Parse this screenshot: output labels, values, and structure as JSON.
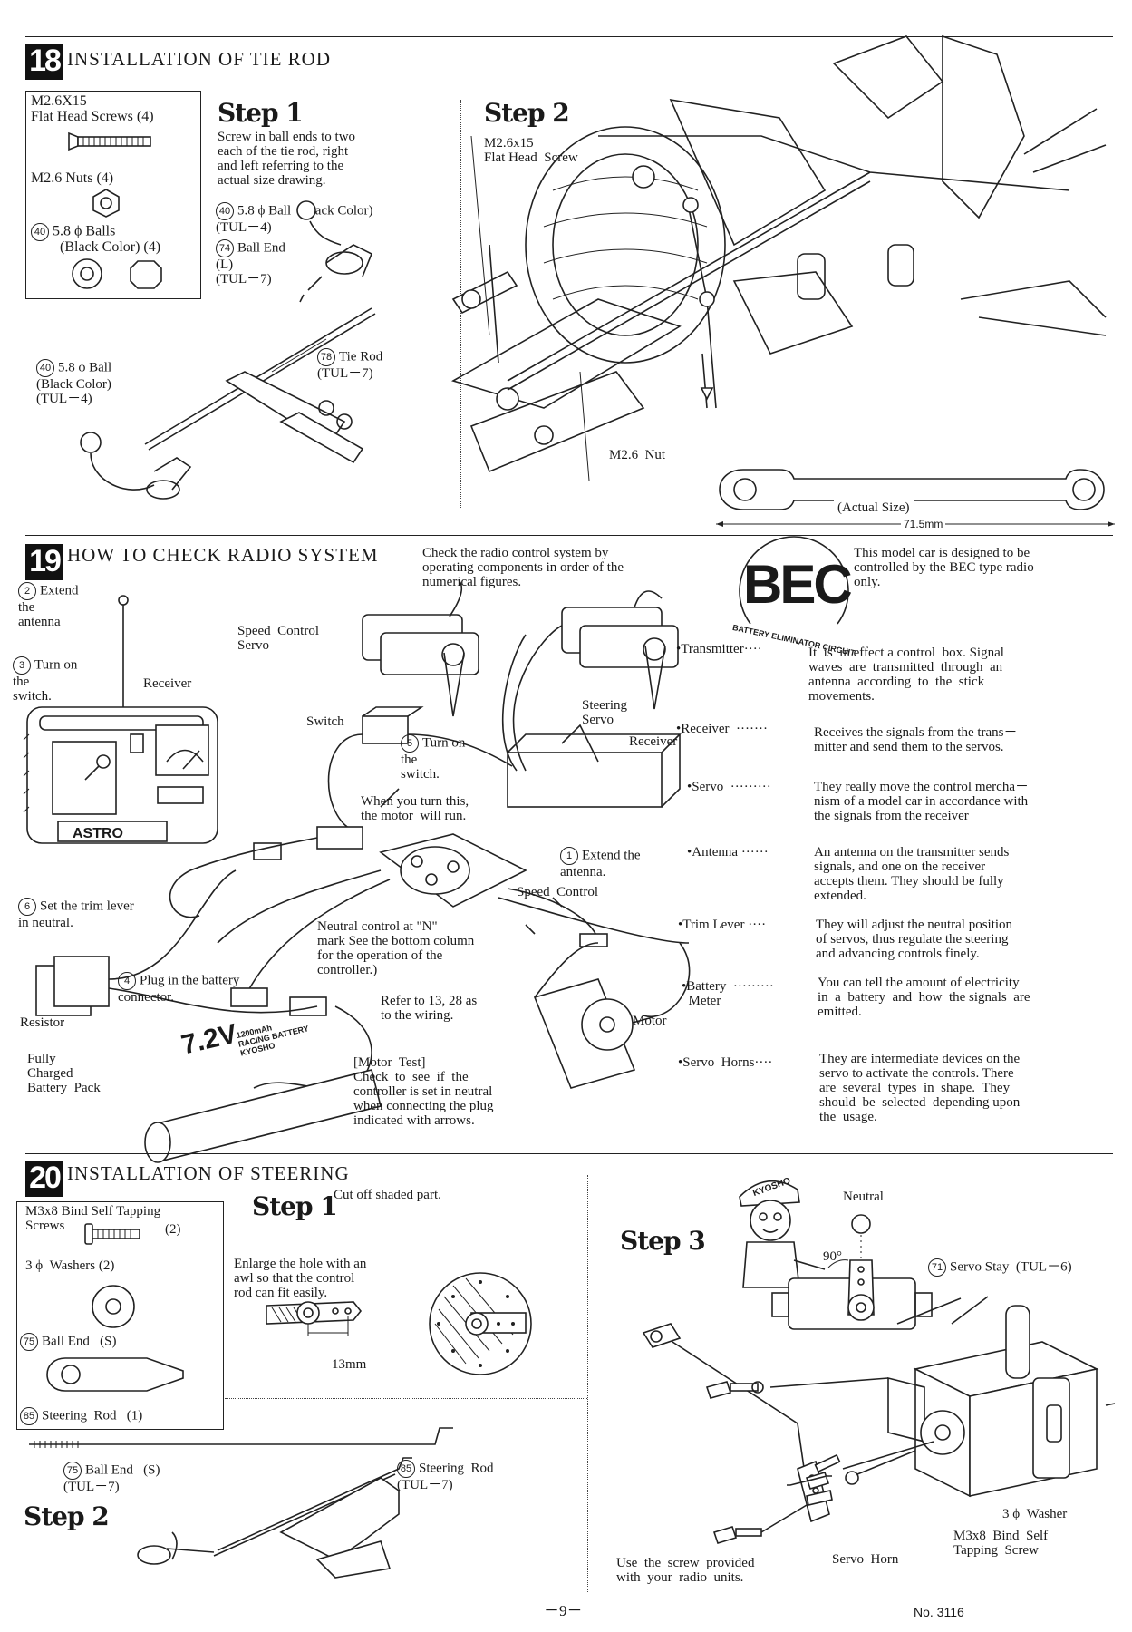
{
  "sec18": {
    "num": "18",
    "title": "INSTALLATION OF TIE ROD",
    "parts": {
      "screw_size": "M2.6X15",
      "screw_name": "Flat Head Screws (4)",
      "nut": "M2.6 Nuts (4)",
      "ball_num": "40",
      "ball_name": "5.8 ϕ Balls",
      "ball_color": "(Black Color) (4)"
    },
    "step1": {
      "label": "Step 1",
      "text": "Screw in ball ends to two\neach of the tie rod, right\nand left referring to the\nactual size drawing.",
      "ball_top_num": "40",
      "ball_top": "5.8 ϕ Ball  (Black Color)\n(TUL－4)",
      "ballend_num": "74",
      "ballend": "Ball End\n(L)\n(TUL－7)",
      "tierod_num": "78",
      "tierod": "Tie Rod\n(TUL－7)",
      "ball_bottom_num": "40",
      "ball_bottom": "5.8 ϕ Ball\n(Black Color)\n(TUL－4)"
    },
    "step2": {
      "label": "Step 2",
      "screw": "M2.6x15\nFlat Head  Screw",
      "nut": "M2.6  Nut",
      "actual": "(Actual Size)",
      "dim": "71.5mm"
    }
  },
  "sec19": {
    "num": "19",
    "title": "HOW TO CHECK RADIO SYSTEM",
    "intro": "Check the radio control system by\noperating components in order of the\nnumerical figures.",
    "bec_logo": "BEC",
    "bec_ring": "BATTERY ELIMINATOR CIRCUIT",
    "bec_note": "This model car is designed to be\ncontrolled by the BEC type radio\nonly.",
    "steps": {
      "s2": "Extend\nthe\nantenna",
      "s3": "Turn on\nthe\nswitch.",
      "s5": "Turn on\nthe\nswitch.",
      "s6": "Set the trim lever\nin neutral.",
      "s4": "Plug in the battery\nconnector.",
      "s1": "Extend the\nantenna."
    },
    "labels": {
      "receiver_left": "Receiver",
      "speed_control_servo": "Speed  Control\nServo",
      "steering_servo": "Steering\nServo",
      "receiver": "Receiver",
      "switch": "Switch",
      "motor_run": "When you turn this,\nthe motor  will run.",
      "speed_control": "Speed  Control",
      "neutral_control": "Neutral control at \"N\"\nmark See the bottom column\nfor the operation of the\ncontroller.)",
      "resistor": "Resistor",
      "refer": "Refer to 13, 28 as\nto the wiring.",
      "motor": "Motor",
      "battery_pack": "Fully\nCharged\nBattery  Pack",
      "motor_test": "[Motor  Test]\nCheck  to  see  if  the\ncontroller is set in neutral\nwhen connecting the plug\nindicated with arrows.",
      "battery_brand": "7.2V",
      "battery_sub": "1200mAh\nRACING BATTERY\nKYOSHO",
      "astro": "ASTRO"
    },
    "glossary": [
      {
        "term": "•Transmitter····",
        "desc": "It  is  in effect a control  box. Signal\nwaves  are  transmitted  through  an\nantenna  according  to  the  stick\nmovements."
      },
      {
        "term": "•Receiver  ·······",
        "desc": "Receives the signals from the trans－\nmitter and send them to the servos."
      },
      {
        "term": "•Servo  ·········",
        "desc": "They really move the control mercha－\nnism of a model car in accordance with\nthe signals from the receiver"
      },
      {
        "term": "•Antenna ······",
        "desc": "An antenna on the transmitter sends\nsignals, and one on the receiver\naccepts them. They should be fully\nextended."
      },
      {
        "term": "•Trim Lever ····",
        "desc": "They will adjust the neutral position\nof servos, thus regulate the steering\nand advancing controls finely."
      },
      {
        "term": "•Battery  ·········\n  Meter",
        "desc": "You can tell the amount of electricity\nin  a  battery  and  how  the signals  are\nemitted."
      },
      {
        "term": "•Servo  Horns····",
        "desc": "They are intermediate devices on the\nservo to activate the controls. There\nare  several  types  in  shape.  They\nshould  be  selected  depending upon\nthe  usage."
      }
    ]
  },
  "sec20": {
    "num": "20",
    "title": "INSTALLATION OF STEERING",
    "parts": {
      "screw": "M3x8 Bind Self Tapping\nScrews",
      "screw_qty": "(2)",
      "washer": "3 ϕ  Washers (2)",
      "ballend_num": "75",
      "ballend": "Ball End   (S)",
      "rod_num": "85",
      "rod": "Steering  Rod   (1)"
    },
    "step1": {
      "label": "Step 1",
      "cut": "Cut off shaded part.",
      "enlarge": "Enlarge the hole with an\nawl so that the control\nrod can fit easily.",
      "dim": "13mm"
    },
    "step2": {
      "label": "Step 2",
      "ballend_num": "75",
      "ballend": "Ball End   (S)\n(TUL－7)",
      "rod_num": "85",
      "rod": "Steering  Rod\n(TUL－7)"
    },
    "step3": {
      "label": "Step 3",
      "neutral": "Neutral",
      "angle": "90°",
      "stay_num": "71",
      "stay": "Servo Stay  (TUL－6)",
      "washer": "3 ϕ  Washer",
      "screw": "M3x8  Bind  Self\nTapping  Screw",
      "horn": "Servo  Horn",
      "use_screw": "Use  the  screw  provided\nwith  your  radio  units.",
      "mascot": "KYOSHO"
    }
  },
  "footer": {
    "page": "－9－",
    "doc_no": "No. 3116"
  }
}
